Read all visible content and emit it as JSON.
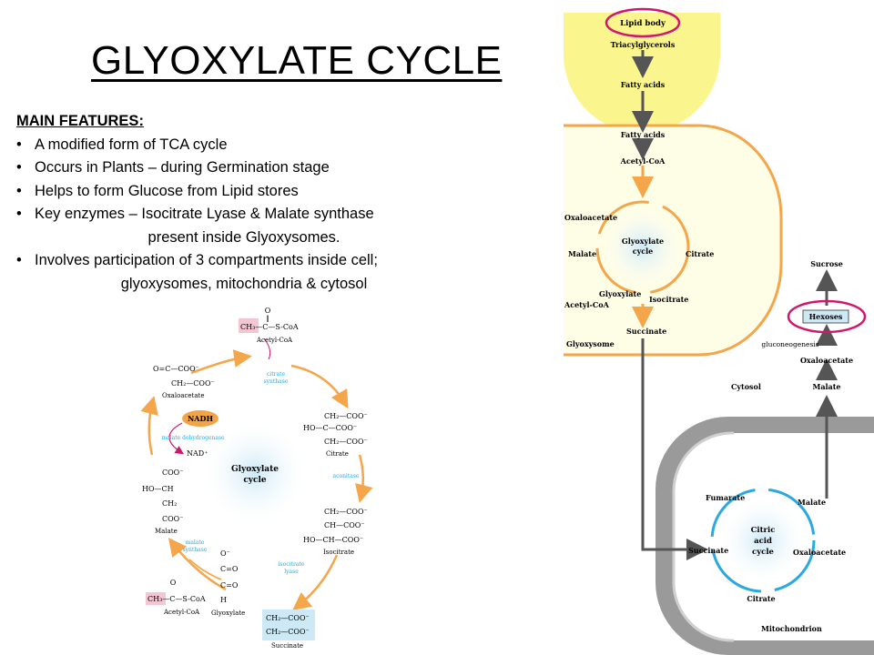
{
  "title": "GLYOXYLATE  CYCLE",
  "features": {
    "heading": "MAIN FEATURES:",
    "items": [
      "A modified form of TCA cycle",
      "Occurs in Plants – during Germination stage",
      "Helps to form Glucose from Lipid stores",
      "Key enzymes – Isocitrate Lyase & Malate synthase",
      "Involves participation of 3 compartments inside cell;"
    ],
    "continuations": [
      "present inside Glyoxysomes.",
      "glyoxysomes, mitochondria & cytosol"
    ]
  },
  "left_diagram": {
    "center": [
      "Glyoxylate",
      "cycle"
    ],
    "acetyl_top": {
      "formula_a": "CH₃—C—S-CoA",
      "o": "O",
      "bond": "‖",
      "name": "Acetyl-CoA"
    },
    "enzyme_citrate": [
      "citrate",
      "synthase"
    ],
    "citrate": {
      "lines": [
        "CH₂—COO⁻",
        "HO—C—COO⁻",
        "CH₂—COO⁻"
      ],
      "name": "Citrate"
    },
    "enzyme_aconitase": "aconitase",
    "isocitrate": {
      "lines": [
        "CH₂—COO⁻",
        "CH—COO⁻",
        "HO—CH—COO⁻"
      ],
      "name": "Isocitrate"
    },
    "enzyme_lyase": [
      "isocitrate",
      "lyase"
    ],
    "succinate": {
      "lines": [
        "CH₂—COO⁻",
        "CH₂—COO⁻"
      ],
      "name": "Succinate"
    },
    "glyoxylate": {
      "lines": [
        "O⁻",
        "C=O",
        "C=O",
        "H"
      ],
      "name": "Glyoxylate"
    },
    "enzyme_malate_synthase": [
      "malate",
      "synthase"
    ],
    "acetyl_bottom": {
      "formula": "CH₃—C—S-CoA",
      "o": "O",
      "name": "Acetyl-CoA"
    },
    "malate": {
      "lines": [
        "COO⁻",
        "HO—CH",
        "CH₂",
        "COO⁻"
      ],
      "name": "Malate"
    },
    "nadh": "NADH",
    "enzyme_mdh": "malate dehydrogenase",
    "nad": "NAD⁺",
    "oxaloacetate": {
      "lines": [
        "O=C—COO⁻",
        "CH₂—COO⁻"
      ],
      "name": "Oxaloacetate"
    }
  },
  "right_diagram": {
    "lipid_body": "Lipid body",
    "triacylglycerols": "Triacylglycerols",
    "fatty_acids_1": "Fatty acids",
    "fatty_acids_2": "Fatty acids",
    "acetyl_coa_1": "Acetyl-CoA",
    "oxaloacetate_g": "Oxaloacetate",
    "malate_g": "Malate",
    "cycle_label": [
      "Glyoxylate",
      "cycle"
    ],
    "citrate_g": "Citrate",
    "glyoxylate_g": "Glyoxylate",
    "acetyl_coa_2": "Acetyl-CoA",
    "isocitrate_g": "Isocitrate",
    "succinate_g": "Succinate",
    "glyoxysome": "Glyoxysome",
    "sucrose": "Sucrose",
    "hexoses": "Hexoses",
    "gluconeogenesis": "gluconeogenesis",
    "oxaloacetate_c": "Oxaloacetate",
    "cytosol": "Cytosol",
    "malate_c": "Malate",
    "fumarate": "Fumarate",
    "malate_m": "Malate",
    "citric_cycle": [
      "Citric",
      "acid",
      "cycle"
    ],
    "succinate_m": "Succinate",
    "oxaloacetate_m": "Oxaloacetate",
    "citrate_m": "Citrate",
    "mitochondrion": "Mitochondrion"
  },
  "colors": {
    "orange": "#f5a54a",
    "lipid": "#fbf58e",
    "glyoxysome_fill": "#fefde6",
    "magenta": "#d0176e",
    "blue": "#29a9e0",
    "pink_box": "#f4c6d3",
    "blue_box": "#cde9f6",
    "nadh": "#f4a448"
  }
}
